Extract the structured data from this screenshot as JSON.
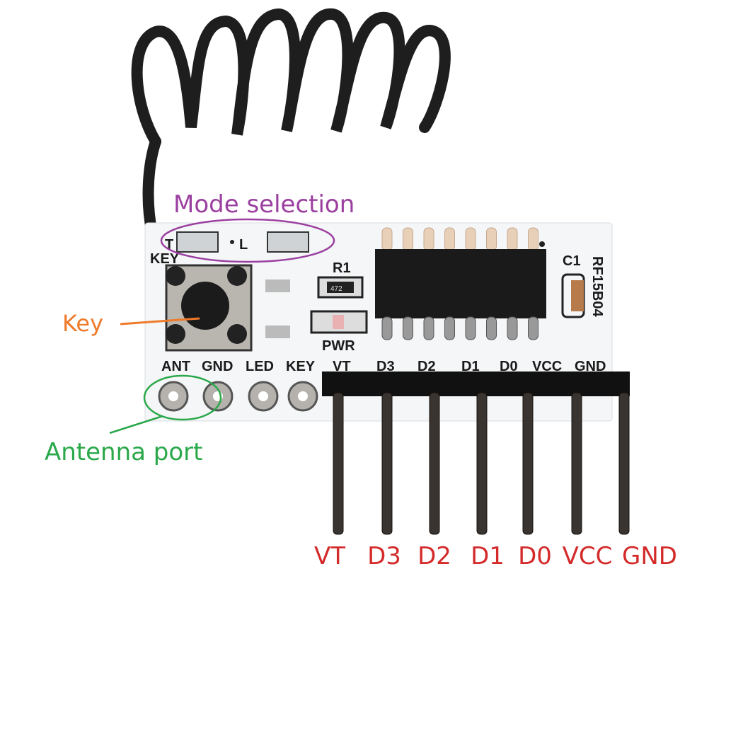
{
  "annotations": {
    "mode_selection": {
      "label": "Mode selection",
      "color": "#9b3fa0"
    },
    "key": {
      "label": "Key",
      "color": "#ee7a2a"
    },
    "antenna_port": {
      "label": "Antenna port",
      "color": "#2aa84a"
    }
  },
  "board": {
    "mode_t": "T",
    "mode_l": "L",
    "key_silk": "KEY",
    "r1": "R1",
    "r1_value": "472",
    "pwr": "PWR",
    "c1": "C1",
    "model": "RF15B04",
    "bottom_labels": [
      "ANT",
      "GND",
      "LED",
      "KEY"
    ],
    "header_silk": [
      "VT",
      "D3",
      "D2",
      "D1",
      "D0",
      "VCC",
      "GND"
    ]
  },
  "pin_labels": {
    "color": "#d42a2a",
    "items": [
      "VT",
      "D3",
      "D2",
      "D1",
      "D0",
      "VCC",
      "GND"
    ]
  }
}
